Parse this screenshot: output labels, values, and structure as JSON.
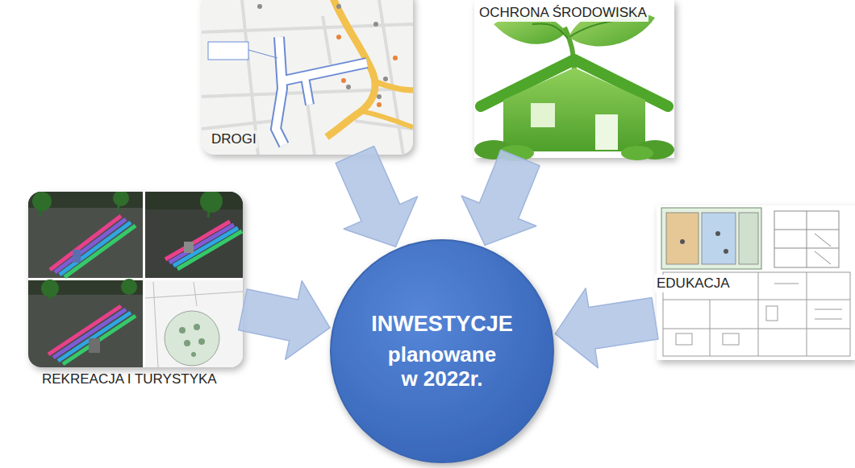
{
  "diagram": {
    "nodes": [
      {
        "text": [
          "DROGI"
        ]
      },
      {
        "text": [
          "OCHRONA ŚRODOWISKA"
        ]
      },
      {
        "text": [
          "REKREACJA I TURYSTYKA"
        ]
      },
      {
        "text": [
          "EDUKACJA"
        ]
      },
      {
        "text": [
          "INWESTYCJE",
          "planowane w 2022r."
        ]
      }
    ],
    "edges": [
      {
        "from": 0,
        "to": 4,
        "arrow": "to"
      },
      {
        "from": 1,
        "to": 4,
        "arrow": "to"
      },
      {
        "from": 2,
        "to": 4,
        "arrow": "to"
      },
      {
        "from": 3,
        "to": 4,
        "arrow": "to"
      }
    ]
  }
}
